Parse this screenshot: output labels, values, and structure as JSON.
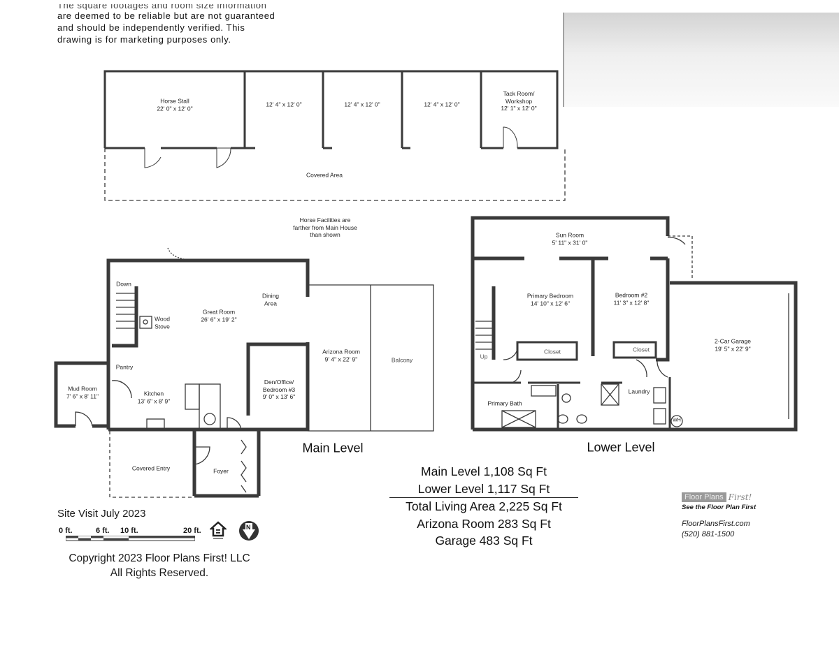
{
  "disclaimer": {
    "line0": "The square footages and room size information",
    "line1": "are deemed to be reliable but are not guaranteed",
    "line2": "and should be independently verified. This",
    "line3": "drawing is for marketing purposes only."
  },
  "horse_facilities": {
    "rooms": [
      {
        "name": "Horse Stall",
        "size": "22' 0\" x 12' 0\""
      },
      {
        "name": "",
        "size": "12' 4\" x 12' 0\""
      },
      {
        "name": "",
        "size": "12' 4\" x 12' 0\""
      },
      {
        "name": "",
        "size": "12' 4\" x 12' 0\""
      },
      {
        "name": "Tack Room/ Workshop",
        "size": "12' 1\" x 12' 0\""
      }
    ],
    "covered_area": "Covered Area",
    "note_line1": "Horse Facilities are",
    "note_line2": "farther from Main House",
    "note_line3": "than shown"
  },
  "main_level": {
    "title": "Main Level",
    "down": "Down",
    "wood_stove": "Wood Stove",
    "great_room": {
      "name": "Great Room",
      "size": "26' 6\" x 19' 2\""
    },
    "dining": "Dining Area",
    "pantry": "Pantry",
    "mud_room": {
      "name": "Mud Room",
      "size": "7' 6\" x 8' 11\""
    },
    "kitchen": {
      "name": "Kitchen",
      "size": "13' 6\" x 8' 9\""
    },
    "den": {
      "name": "Den/Office/ Bedroom #3",
      "size": "9' 0\" x 13' 6\""
    },
    "arizona_room": {
      "name": "Arizona Room",
      "size": "9' 4\" x 22' 9\""
    },
    "balcony": "Balcony",
    "covered_entry": "Covered Entry",
    "foyer": "Foyer"
  },
  "lower_level": {
    "title": "Lower Level",
    "sun_room": {
      "name": "Sun Room",
      "size": "5' 11\" x 31' 0\""
    },
    "primary_bedroom": {
      "name": "Primary Bedroom",
      "size": "14' 10\" x 12' 6\""
    },
    "bedroom2": {
      "name": "Bedroom #2",
      "size": "11' 3\" x 12' 8\""
    },
    "closet1": "Closet",
    "closet2": "Closet",
    "up": "Up",
    "garage": {
      "name": "2-Car Garage",
      "size": "19' 5\" x 22' 9\""
    },
    "laundry": "Laundry",
    "primary_bath": "Primary Bath",
    "water_heater": "WH"
  },
  "summary": {
    "main": "Main Level 1,108 Sq Ft",
    "lower": "Lower Level 1,117 Sq Ft",
    "total": "Total Living Area 2,225 Sq Ft",
    "arizona": "Arizona Room 283 Sq Ft",
    "garage": "Garage 483 Sq Ft"
  },
  "site_visit": "Site Visit July 2023",
  "scale": {
    "t0": "0 ft.",
    "t6": "6 ft.",
    "t10": "10 ft.",
    "t20": "20 ft."
  },
  "compass": "N",
  "copyright_line1": "Copyright 2023 Floor Plans First! LLC",
  "copyright_line2": "All Rights Reserved.",
  "brand": {
    "logo_text": "Floor Plans",
    "logo_script": "First!",
    "tagline": "See the Floor Plan First",
    "website": "FloorPlansFirst.com",
    "phone": "(520) 881-1500"
  }
}
